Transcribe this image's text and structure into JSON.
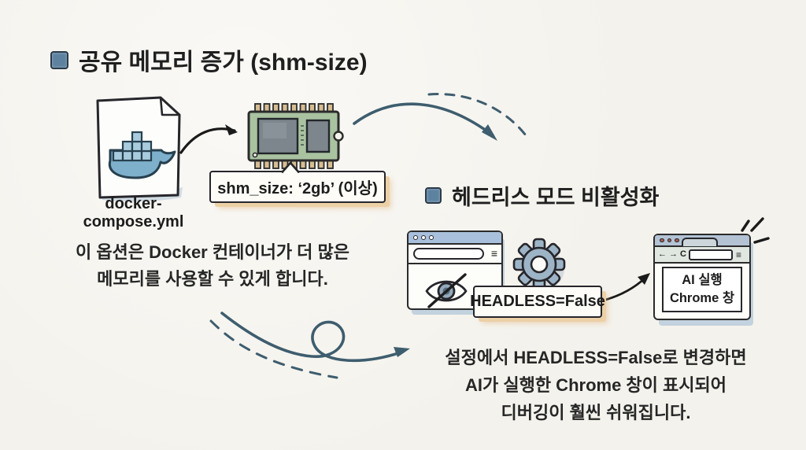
{
  "colors": {
    "paper": "#f4f2ec",
    "ink": "#1f1f1f",
    "accent_blue": "#5d82a0",
    "arrow_slate": "#3e5d6e",
    "titlebar_blue": "#a9c0dc",
    "chip_green": "#a9c2a0",
    "pin_tan": "#d6bd92",
    "label_shadow_tan": "#ecd0a6",
    "window_shadow_blue": "#c2d2de",
    "gear_fill": "#9db4c6",
    "whale_blue": "#7eafcb"
  },
  "shm_section": {
    "heading": "공유 메모리 증가 (shm-size)",
    "file_label": "docker-compose.yml",
    "value_label": "shm_size: ‘2gb’ (이상)",
    "description": [
      "이 옵션은 Docker 컨테이너가 더 많은",
      "메모리를 사용할 수 있게 합니다."
    ]
  },
  "headless_section": {
    "heading": "헤드리스 모드 비활성화",
    "value_label": "HEADLESS=False",
    "chrome_window_text": [
      "AI 실행",
      "Chrome 창"
    ],
    "description": [
      "설정에서 HEADLESS=False로 변경하면",
      "AI가 실행한 Chrome 창이 표시되어",
      "디버깅이 훨씬 쉬워집니다."
    ]
  },
  "browser_chrome": {
    "back": "←",
    "forward": "→",
    "refresh": "C",
    "menu": "≡"
  }
}
